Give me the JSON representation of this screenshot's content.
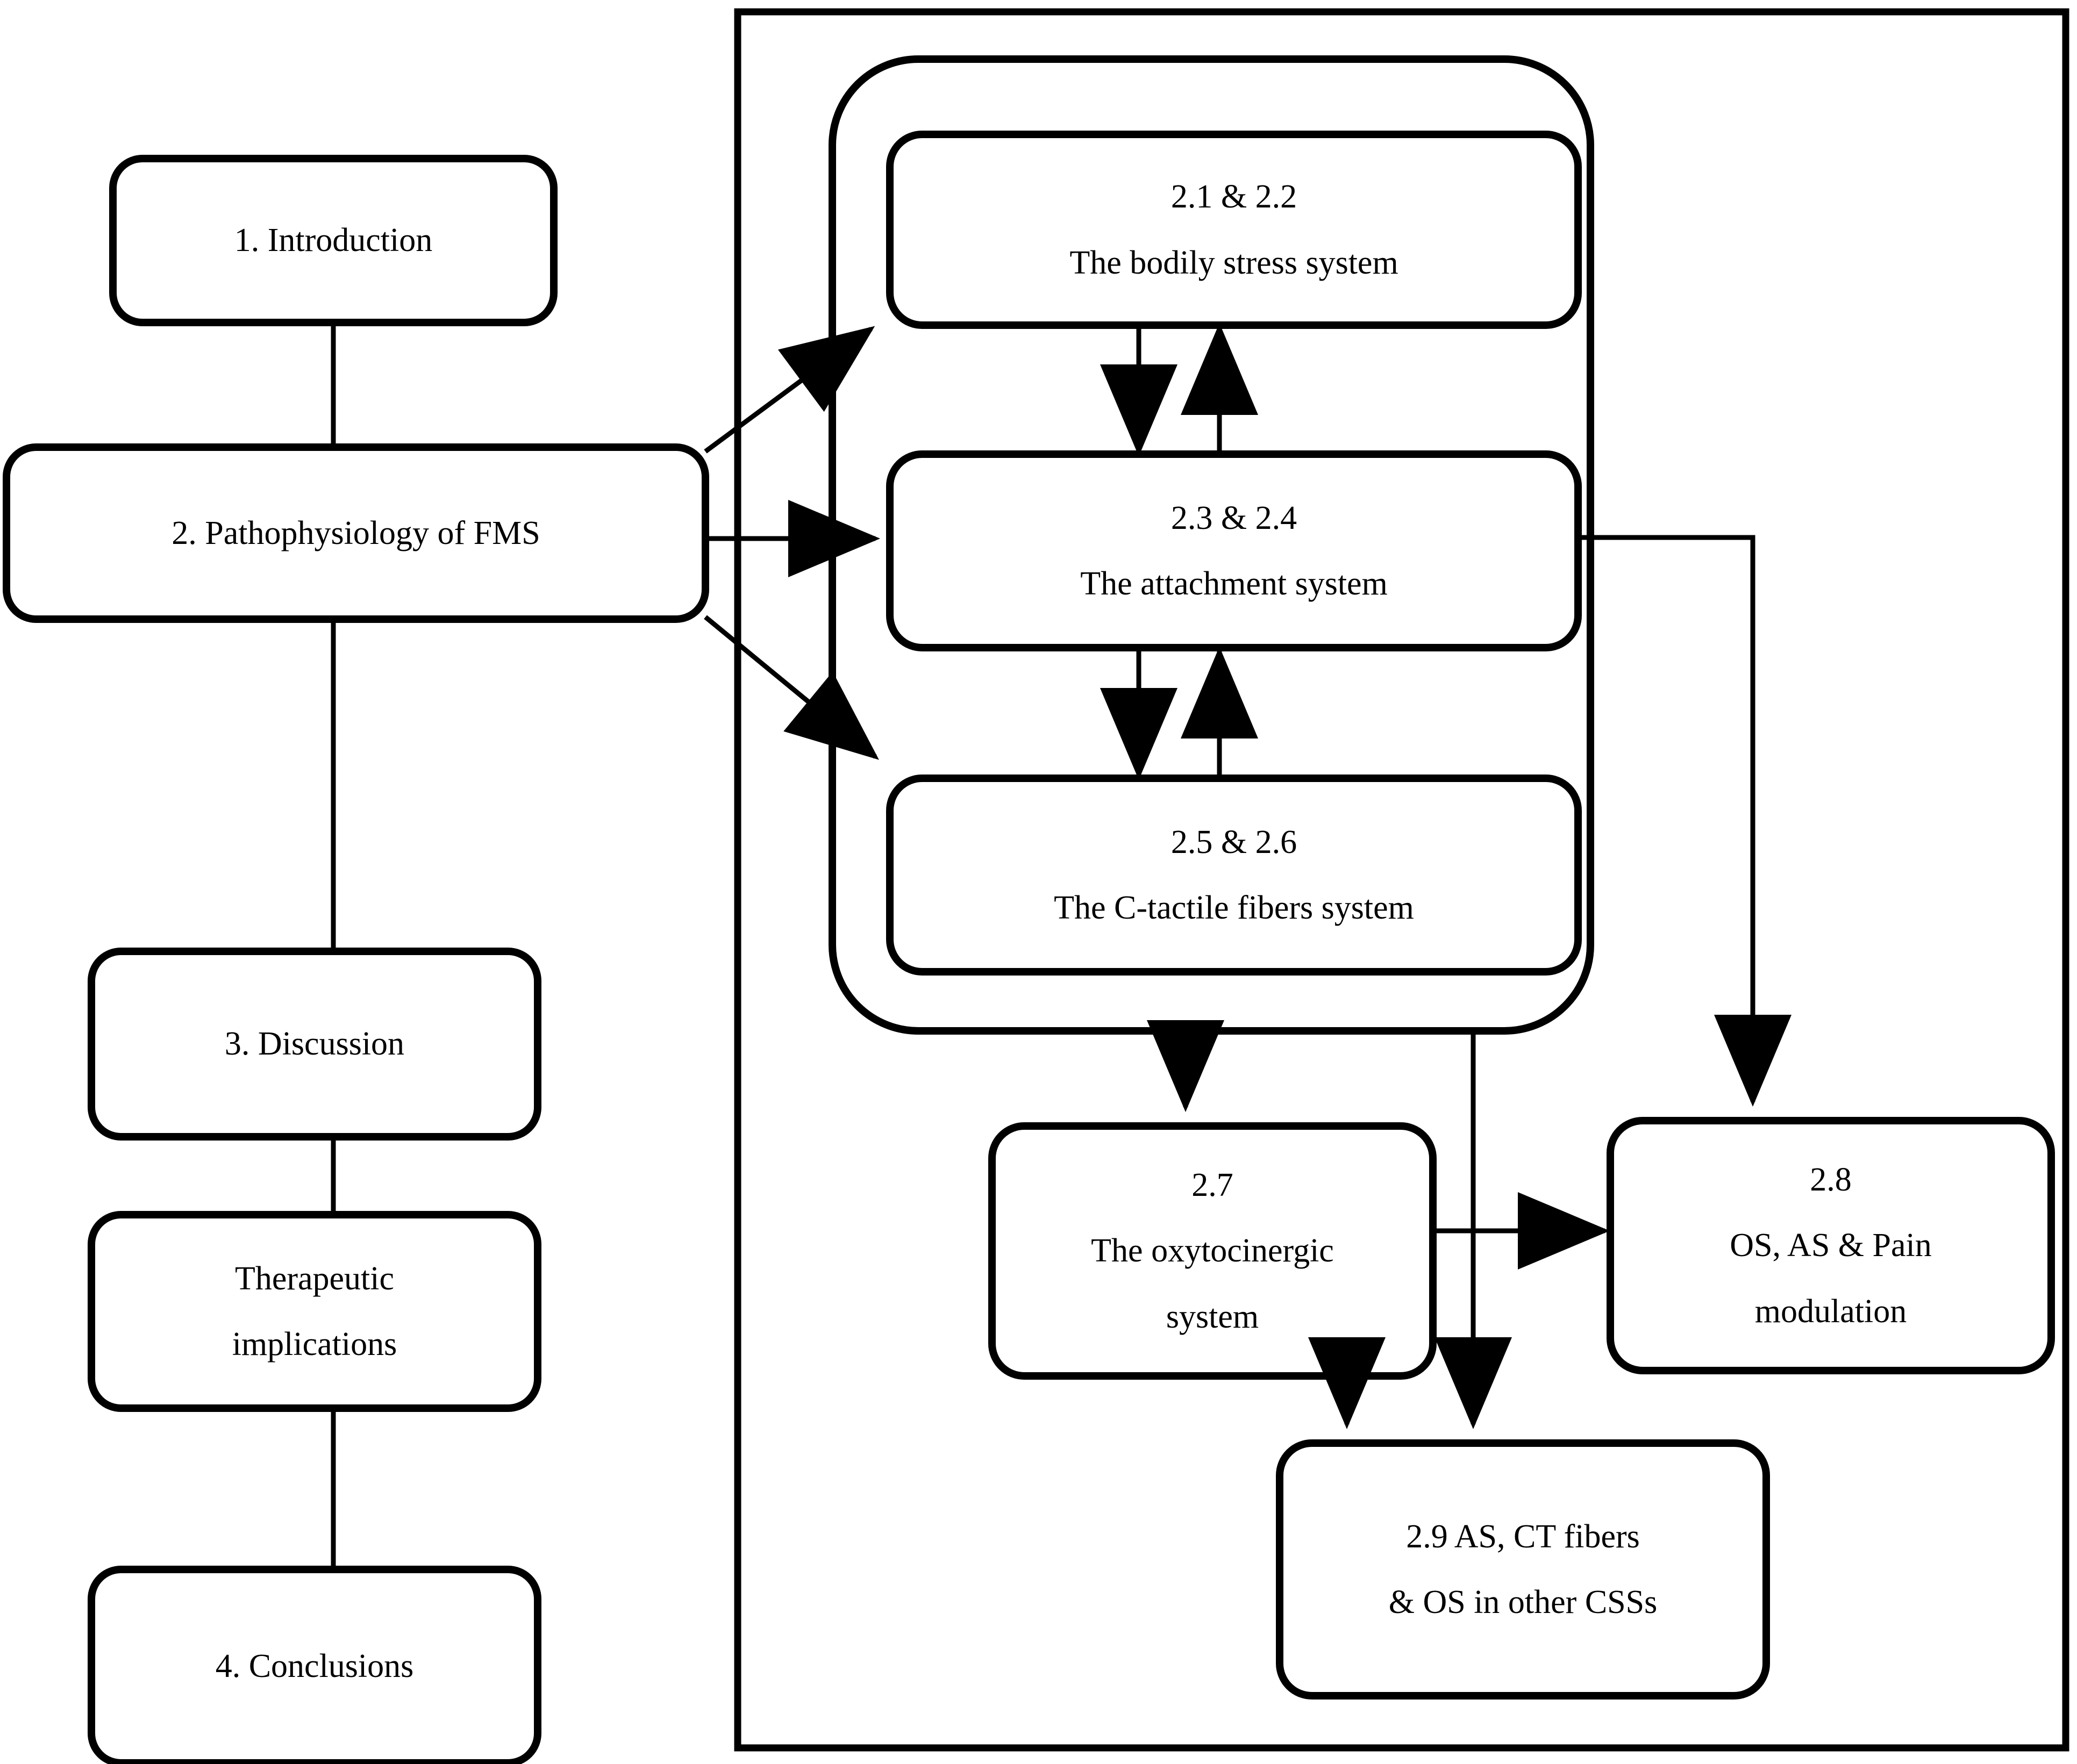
{
  "diagram": {
    "type": "flowchart",
    "orientation": "two-column",
    "background_color": "#ffffff",
    "stroke_color": "#000000",
    "left_column": {
      "nodes": [
        {
          "id": "intro",
          "lines": [
            "1. Introduction"
          ]
        },
        {
          "id": "patho",
          "lines": [
            "2. Pathophysiology of FMS"
          ]
        },
        {
          "id": "discussion",
          "lines": [
            "3. Discussion"
          ]
        },
        {
          "id": "therapeutic",
          "lines": [
            "Therapeutic",
            "implications"
          ]
        },
        {
          "id": "conclusions",
          "lines": [
            "4. Conclusions"
          ]
        }
      ]
    },
    "right_panel": {
      "outer_frame": "plain-rectangle",
      "grouped_container": "rounded-rectangle",
      "grouped_nodes": [
        {
          "id": "s21_22",
          "lines": [
            "2.1 & 2.2",
            "The bodily stress system"
          ]
        },
        {
          "id": "s23_24",
          "lines": [
            "2.3 & 2.4",
            "The attachment system"
          ]
        },
        {
          "id": "s25_26",
          "lines": [
            "2.5 & 2.6",
            "The C-tactile fibers system"
          ]
        }
      ],
      "lower_nodes": [
        {
          "id": "s27",
          "lines": [
            "2.7",
            "The oxytocinergic",
            "system"
          ]
        },
        {
          "id": "s28",
          "lines": [
            "2.8",
            "OS, AS & Pain",
            "modulation"
          ]
        },
        {
          "id": "s29",
          "lines": [
            "2.9 AS, CT fibers",
            "& OS in other CSSs"
          ]
        }
      ]
    },
    "connections": [
      {
        "from": "intro",
        "to": "patho",
        "style": "plain-line"
      },
      {
        "from": "patho",
        "to": "s21_22",
        "style": "arrow-diagonal-up"
      },
      {
        "from": "patho",
        "to": "s23_24",
        "style": "arrow-horizontal"
      },
      {
        "from": "patho",
        "to": "s25_26",
        "style": "arrow-diagonal-down"
      },
      {
        "from": "s21_22",
        "to": "s23_24",
        "style": "arrow-down"
      },
      {
        "from": "s23_24",
        "to": "s21_22",
        "style": "arrow-up"
      },
      {
        "from": "s23_24",
        "to": "s25_26",
        "style": "arrow-down"
      },
      {
        "from": "s25_26",
        "to": "s23_24",
        "style": "arrow-up"
      },
      {
        "from": "s23_24",
        "to": "s28",
        "style": "elbow-arrow-right-down"
      },
      {
        "from": "grouped-container",
        "to": "s27",
        "style": "arrow-down"
      },
      {
        "from": "grouped-container",
        "to": "s29",
        "style": "arrow-down"
      },
      {
        "from": "s27",
        "to": "s28",
        "style": "arrow-right"
      },
      {
        "from": "s27",
        "to": "s29",
        "style": "arrow-down"
      },
      {
        "from": "patho",
        "to": "discussion",
        "style": "plain-line"
      },
      {
        "from": "discussion",
        "to": "therapeutic",
        "style": "plain-line"
      },
      {
        "from": "therapeutic",
        "to": "conclusions",
        "style": "plain-line"
      }
    ]
  }
}
